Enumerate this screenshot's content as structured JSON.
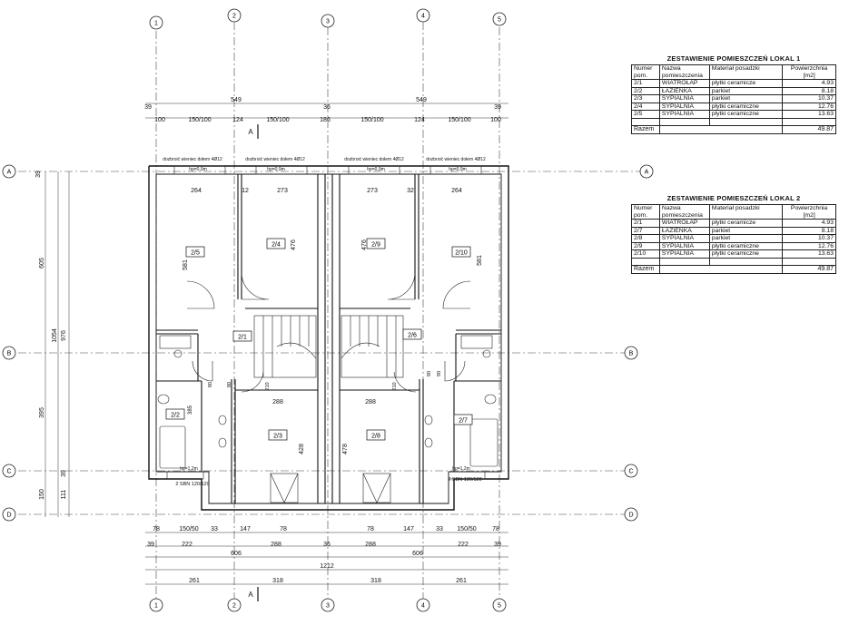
{
  "axes": {
    "columns": [
      "1",
      "2",
      "3",
      "4",
      "5"
    ],
    "rows": [
      "A",
      "B",
      "C",
      "D"
    ]
  },
  "tables": [
    {
      "title": "ZESTAWIENIE POMIESZCZEŃ LOKAL 1",
      "headers": [
        "Numer pom.",
        "Nazwa pomieszczenia",
        "Materiał posadzki",
        "Powierzchnia [m2]"
      ],
      "rows": [
        [
          "2/1",
          "WIATROŁAP",
          "płytki ceramicze",
          "4.93"
        ],
        [
          "2/2",
          "ŁAZIENKA",
          "parkiet",
          "8.18"
        ],
        [
          "2/3",
          "SYPIALNIA",
          "parkiet",
          "10.37"
        ],
        [
          "2/4",
          "SYPIALNIA",
          "płytki ceramiczne",
          "12.76"
        ],
        [
          "2/5",
          "SYPIALNIA",
          "płytki ceramiczne",
          "13.63"
        ]
      ],
      "total_label": "Razem",
      "total_value": "49.87"
    },
    {
      "title": "ZESTAWIENIE POMIESZCZEŃ LOKAL 2",
      "headers": [
        "Numer pom.",
        "Nazwa pomieszczenia",
        "Materiał posadzki",
        "Powierzchnia [m2]"
      ],
      "rows": [
        [
          "2/1",
          "WIATROŁAP",
          "płytki ceramicze",
          "4.93"
        ],
        [
          "2/7",
          "ŁAZIENKA",
          "parkiet",
          "8.18"
        ],
        [
          "2/8",
          "SYPIALNIA",
          "parkiet",
          "10.37"
        ],
        [
          "2/9",
          "SYPIALNIA",
          "płytki ceramiczne",
          "12.76"
        ],
        [
          "2/10",
          "SYPIALNIA",
          "płytki ceramiczne",
          "13.63"
        ]
      ],
      "total_label": "Razem",
      "total_value": "49.87"
    }
  ],
  "rooms": [
    "2/5",
    "2/4",
    "2/9",
    "2/10",
    "2/1",
    "2/6",
    "2/2",
    "2/3",
    "2/8",
    "2/7"
  ],
  "notes": {
    "lintel": "dozbroić wieniec dołem 4Ø12",
    "sill": "hp=0,9m",
    "sill_low": "hp=1,2m",
    "window": "2 SBN 120/120",
    "section": "A"
  },
  "dims": {
    "top_total": "549",
    "top_walls": [
      "39",
      "36",
      "39"
    ],
    "top_openings": [
      "100",
      "150/100",
      "124",
      "150/100",
      "186",
      "150/100",
      "124",
      "150/100",
      "100"
    ],
    "inner_top": [
      "264",
      "273",
      "12",
      "32",
      "273",
      "264"
    ],
    "room_heights": [
      "581",
      "476",
      "476",
      "581"
    ],
    "hall_widths": [
      "288",
      "288"
    ],
    "bottom_rooms": [
      "428",
      "478"
    ],
    "door_widths": [
      "80",
      "80",
      "90",
      "90",
      "210",
      "210"
    ],
    "bath": [
      "385",
      "2/2",
      "2/7"
    ],
    "left_dims": [
      "39",
      "605",
      "1054",
      "976",
      "395",
      "111",
      "150",
      "39"
    ],
    "bottom_row1": [
      "78",
      "150/50",
      "33",
      "147",
      "78",
      "78",
      "147",
      "33",
      "150/50",
      "78"
    ],
    "bottom_row2": [
      "39",
      "222",
      "288",
      "36",
      "288",
      "222",
      "39"
    ],
    "bottom_row3": [
      "606",
      "606"
    ],
    "bottom_total": "1212",
    "bottom_row4": [
      "261",
      "318",
      "318",
      "261"
    ]
  }
}
